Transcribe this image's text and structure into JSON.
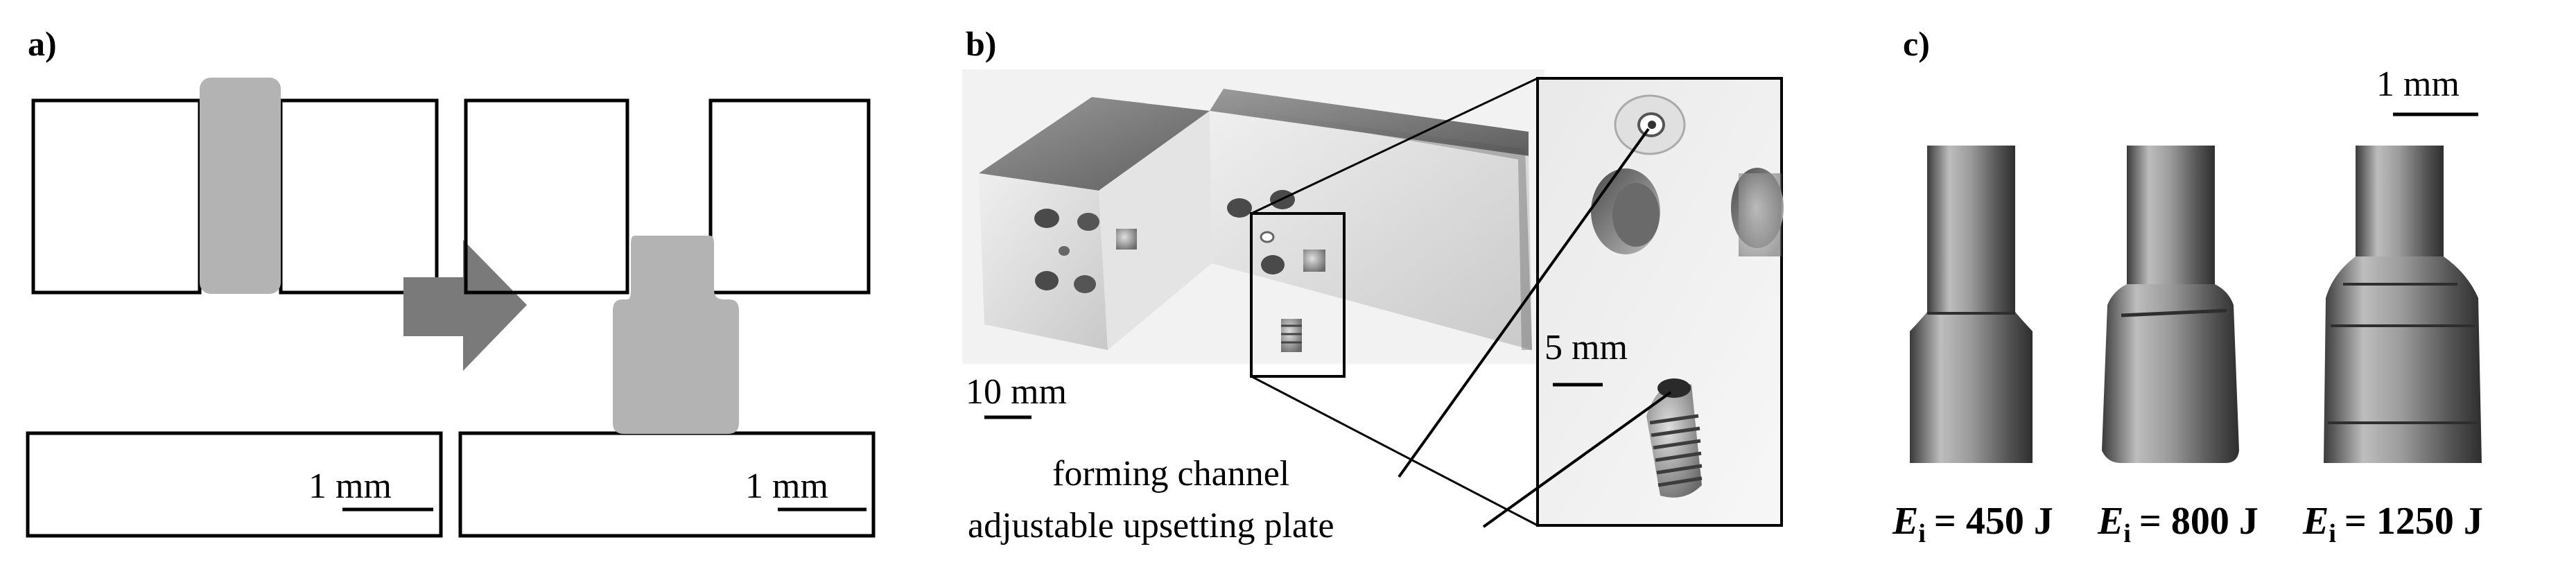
{
  "panels": {
    "a": {
      "label": "a)",
      "scale_left": "1 mm",
      "scale_right": "1 mm"
    },
    "b": {
      "label": "b)",
      "scale_main": "10 mm",
      "scale_zoom": "5 mm",
      "annotations": [
        "forming channel",
        "adjustable upsetting plate"
      ]
    },
    "c": {
      "label": "c)",
      "scale": "1 mm",
      "energy_symbol": "E",
      "energy_subscript": "i",
      "samples": [
        {
          "energy": "= 450 J"
        },
        {
          "energy": "= 800 J"
        },
        {
          "energy": "= 1250 J"
        }
      ]
    }
  },
  "colors": {
    "line": "#000000",
    "specimen": "#b3b3b3",
    "arrow": "#7a7a7a",
    "metal": "#8c8c8c"
  }
}
